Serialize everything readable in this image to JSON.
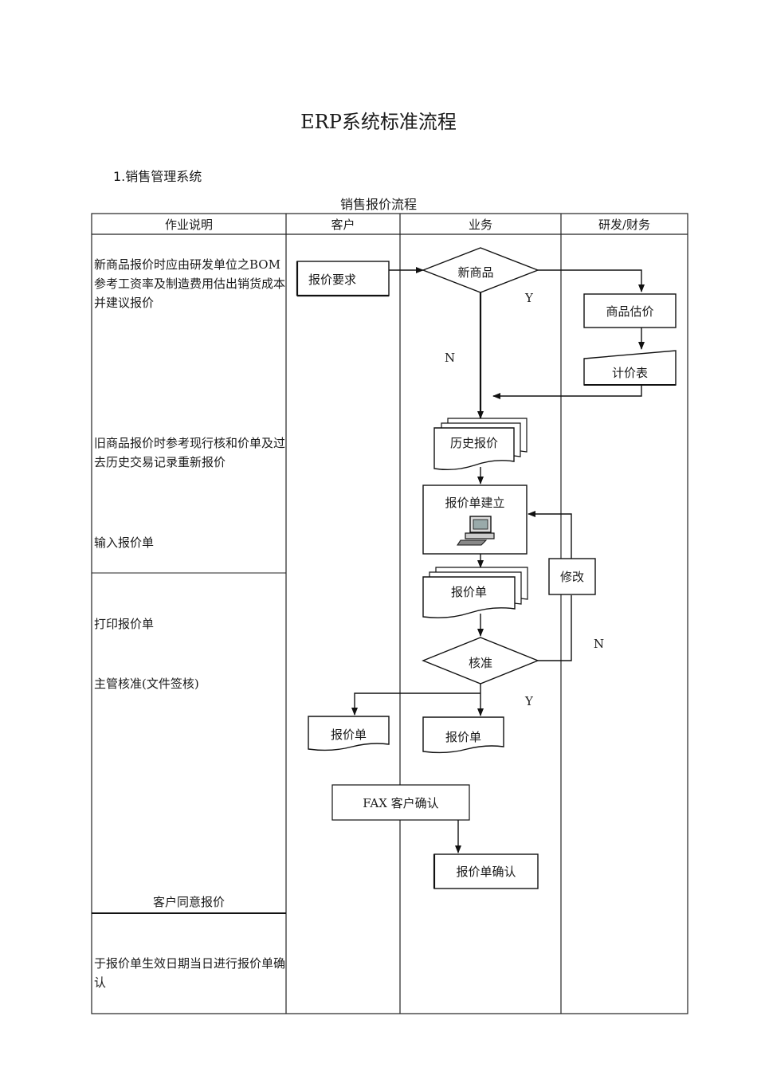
{
  "document": {
    "title": "ERP系统标准流程",
    "section_heading": "1.销售管理系统",
    "table_title": "销售报价流程"
  },
  "columns": [
    "作业说明",
    "客户",
    "业务",
    "研发/财务"
  ],
  "descriptions": {
    "new_product_quote": "新商品报价时应由研发单位之BOM参考工资率及制造费用估出销货成本并建议报价",
    "old_product_quote": "旧商品报价时参考现行核和价单及过去历史交易记录重新报价",
    "input_quote": "输入报价单",
    "print_quote": "打印报价单",
    "supervisor_approval": "主管核准(文件签核)",
    "customer_agree": "客户同意报价",
    "confirm_quote": "于报价单生效日期当日进行报价单确认"
  },
  "flow": {
    "quote_request": "报价要求",
    "new_product_decision": "新商品",
    "product_estimate": "商品估价",
    "price_sheet": "计价表",
    "price_history": "历史报价",
    "quote_creation": "报价单建立",
    "quote_sheet": "报价单",
    "modify": "修改",
    "approval_decision": "核准",
    "customer_quote_copy": "报价单",
    "business_quote_copy": "报价单",
    "fax_confirm": "FAX 客户确认",
    "quote_confirm": "报价单确认"
  },
  "branch_labels": {
    "yes_top": "Y",
    "no_top": "N",
    "no_bottom": "N",
    "yes_bottom": "Y"
  }
}
